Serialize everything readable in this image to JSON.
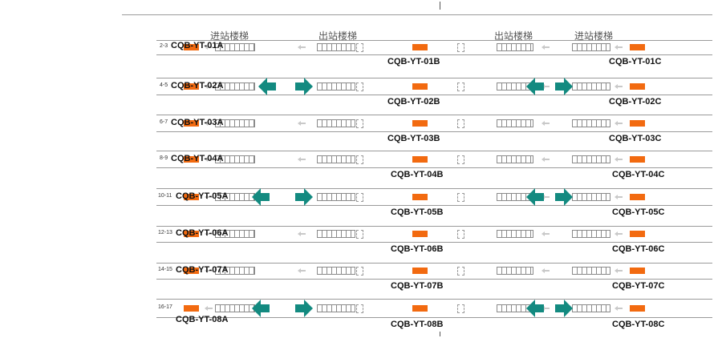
{
  "headers": [
    "进站楼梯",
    "出站楼梯",
    "出站楼梯",
    "进站楼梯"
  ],
  "track_labels": [
    "2-3",
    "4-5",
    "6-7",
    "8-9",
    "10-11",
    "12-13",
    "14-15",
    "16-17"
  ],
  "rows": [
    {
      "a": "CQB-YT-01A",
      "b": "CQB-YT-01B",
      "c": "CQB-YT-01C",
      "arrows": false
    },
    {
      "a": "CQB-YT-02A",
      "b": "CQB-YT-02B",
      "c": "CQB-YT-02C",
      "arrows": true
    },
    {
      "a": "CQB-YT-03A",
      "b": "CQB-YT-03B",
      "c": "CQB-YT-03C",
      "arrows": false
    },
    {
      "a": "CQB-YT-04A",
      "b": "CQB-YT-04B",
      "c": "CQB-YT-04C",
      "arrows": false
    },
    {
      "a": "CQB-YT-05A",
      "b": "CQB-YT-05B",
      "c": "CQB-YT-05C",
      "arrows": true
    },
    {
      "a": "CQB-YT-06A",
      "b": "CQB-YT-06B",
      "c": "CQB-YT-06C",
      "arrows": false
    },
    {
      "a": "CQB-YT-07A",
      "b": "CQB-YT-07B",
      "c": "CQB-YT-07C",
      "arrows": false
    },
    {
      "a": "CQB-YT-08A",
      "b": "CQB-YT-08B",
      "c": "CQB-YT-08C",
      "arrows": true
    }
  ],
  "colors": {
    "device": "#f26a10",
    "arrow": "#138a80",
    "line": "#9a9a9a"
  },
  "icons": {
    "direction_arrow": "teal-direction-arrow-icon",
    "stair": "stair-icon",
    "small_arrow": "small-left-arrow-icon"
  }
}
